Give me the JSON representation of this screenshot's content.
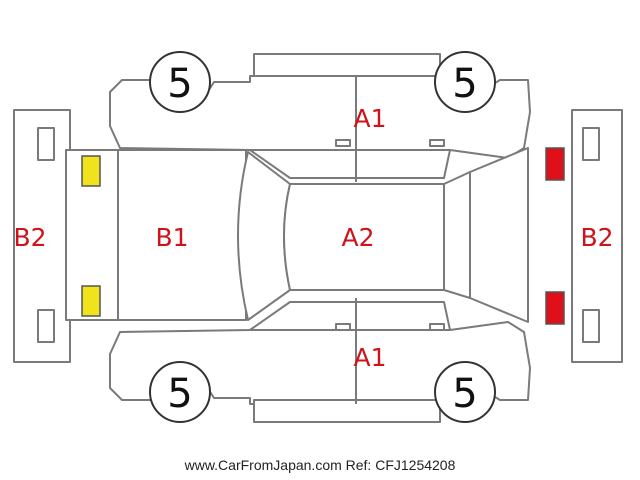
{
  "zones": {
    "a1_top": "A1",
    "a1_bottom": "A1",
    "a2": "A2",
    "b1": "B1",
    "b2_left": "B2",
    "b2_right": "B2"
  },
  "tire_grades": {
    "front_left": "5",
    "rear_left": "5",
    "front_right": "5",
    "rear_right": "5"
  },
  "lamp_colors": {
    "front": "#f0e31d",
    "rear": "#e0101a"
  },
  "footer": {
    "text": "www.CarFromJapan.com Ref: CFJ1254208"
  }
}
